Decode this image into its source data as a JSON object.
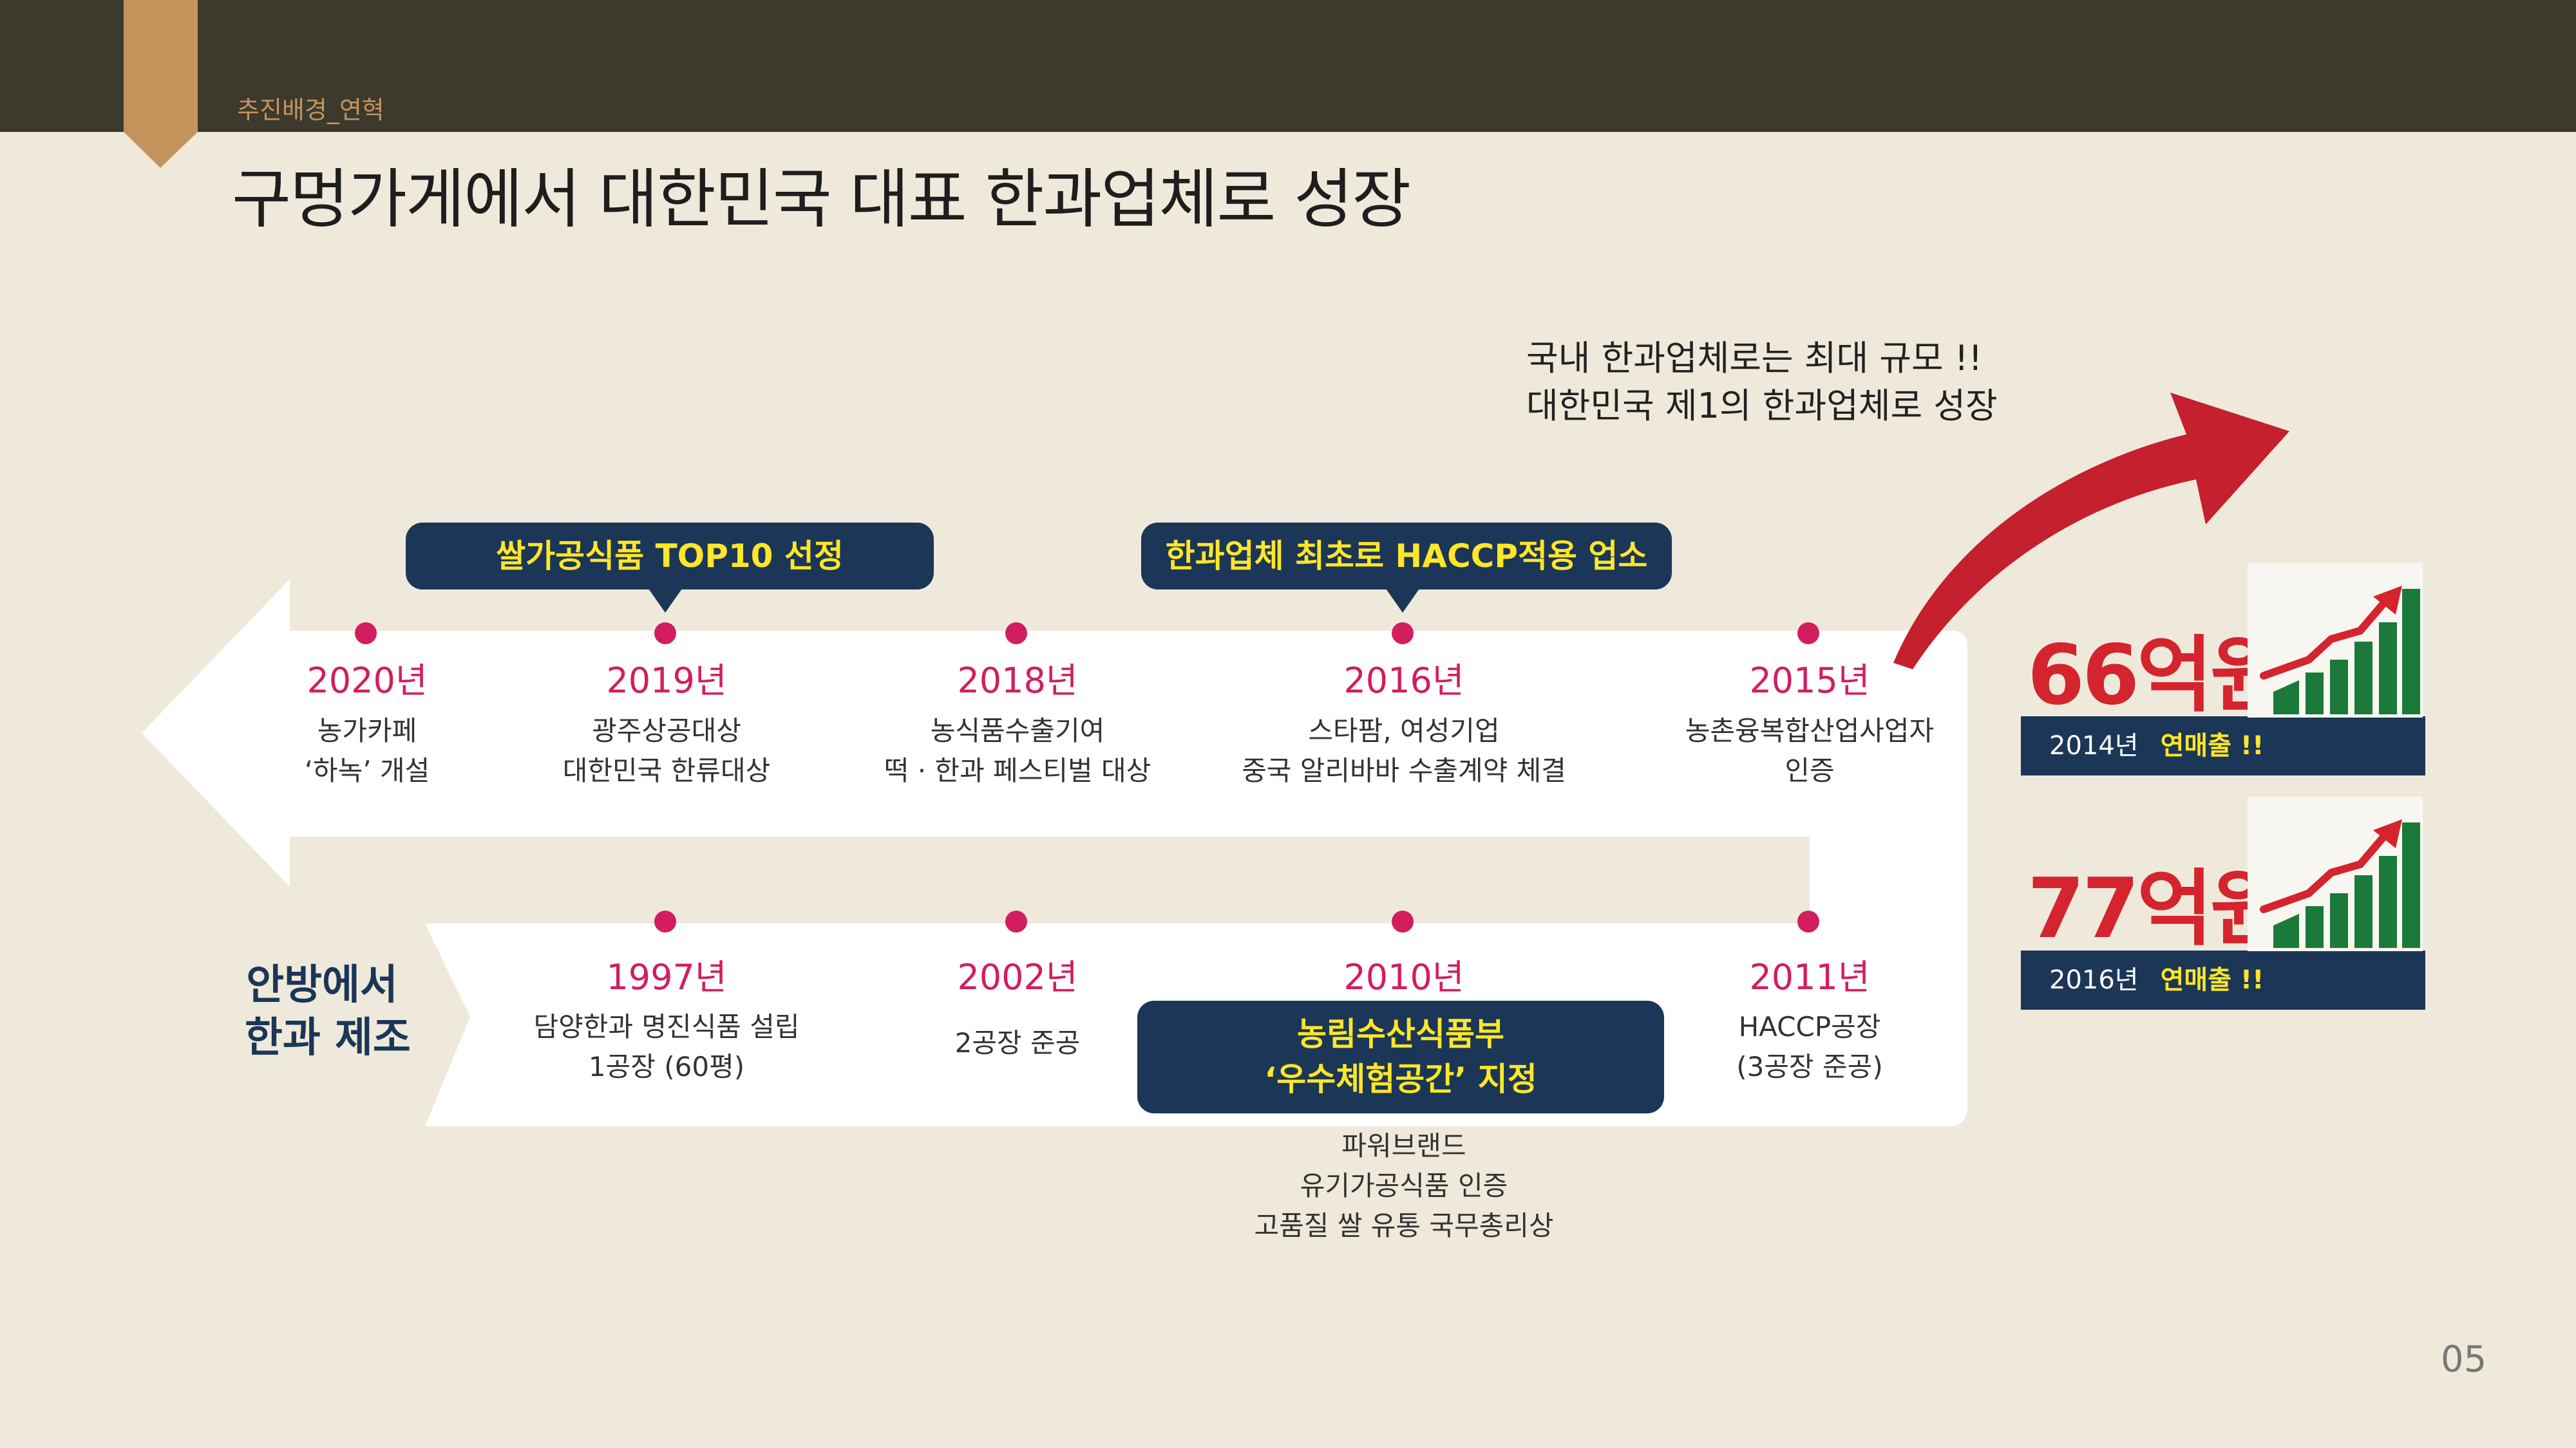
{
  "header": {
    "section": "추진배경_연혁",
    "title": "구멍가게에서 대한민국 대표 한과업체로 성장"
  },
  "tagline": {
    "line1": "국내 한과업체로는 최대 규모 !!",
    "line2": "대한민국 제1의 한과업체로 성장"
  },
  "origin": {
    "line1": "안방에서",
    "line2": "한과 제조"
  },
  "timeline_top": [
    {
      "year": "2020년",
      "line1": "농가카페",
      "line2": "‘하녹’ 개설"
    },
    {
      "year": "2019년",
      "line1": "광주상공대상",
      "line2": "대한민국 한류대상"
    },
    {
      "year": "2018년",
      "line1": "농식품수출기여",
      "line2": "떡 · 한과 페스티벌 대상"
    },
    {
      "year": "2016년",
      "line1": "스타팜, 여성기업",
      "line2": "중국 알리바바 수출계약 체결"
    },
    {
      "year": "2015년",
      "line1": "농촌융복합산업사업자",
      "line2": "인증"
    }
  ],
  "timeline_bottom": [
    {
      "year": "1997년",
      "line1": "담양한과 명진식품 설립",
      "line2": "1공장 (60평)"
    },
    {
      "year": "2002년",
      "line1": "2공장 준공"
    },
    {
      "year": "2010년",
      "line1": "파워브랜드",
      "line2": "유기가공식품 인증",
      "line3": "고품질 쌀 유통 국무총리상"
    },
    {
      "year": "2011년",
      "line1": "HACCP공장",
      "line2": "(3공장 준공)"
    }
  ],
  "callouts": {
    "c2019": "쌀가공식품 TOP10 선정",
    "c2016": "한과업체 최초로 HACCP적용 업소",
    "c2010_line1": "농림수산식품부",
    "c2010_line2": "‘우수체험공간’ 지정"
  },
  "sales": [
    {
      "amount": "66억원",
      "year": "2014년",
      "label": "연매출 !!"
    },
    {
      "amount": "77억원",
      "year": "2016년",
      "label": "연매출 !!"
    }
  ],
  "page_number": "05",
  "colors": {
    "header_bar": "#3c3a2d",
    "tag": "#c4935c",
    "accent_pink": "#d21d5e",
    "navy": "#1b3656",
    "callout_text": "#ffe629",
    "amount_red": "#d4242e",
    "arrow_red": "#c4202e",
    "growth_green": "#1b7a3a"
  }
}
